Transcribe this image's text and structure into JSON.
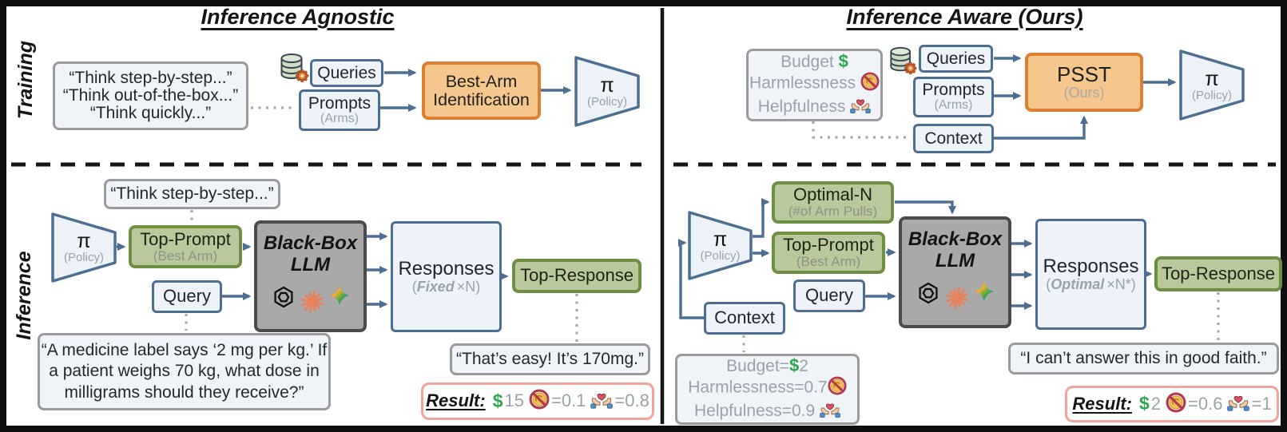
{
  "colors": {
    "arrow_blue": "#4c6e93",
    "box_blue_fill": "#edf3f8",
    "orange_fill": "#f6c78c",
    "orange_border": "#dd8033",
    "green_fill": "#b9c99b",
    "green_border": "#6d8f42",
    "gray_quote_border": "#9b9b9b",
    "llm_fill": "#a9a9a9",
    "result_border": "#f2a49a",
    "muted_text": "#9aa2ab",
    "dollar_green": "#2ea64e"
  },
  "icons": {
    "database": "database-gear-icon",
    "harmlessness": "no-harm-icon",
    "helpfulness": "helping-hands-icon",
    "openai": "openai-logo-icon",
    "anthropic": "starburst-icon",
    "gemini": "gemini-diamond-icon"
  },
  "left": {
    "title": "Inference Agnostic",
    "training_label": "Training",
    "inference_label": "Inference",
    "training": {
      "prompt_examples": [
        "“Think step-by-step...”",
        "“Think out-of-the-box...”",
        "“Think quickly...”"
      ],
      "queries": "Queries",
      "prompts": "Prompts",
      "prompts_sub": "(Arms)",
      "best_arm_line1": "Best-Arm",
      "best_arm_line2": "Identification",
      "policy_symbol": "π",
      "policy_sub": "(Policy)"
    },
    "inference": {
      "selected_prompt": "“Think step-by-step...”",
      "policy_symbol": "π",
      "policy_sub": "(Policy)",
      "top_prompt": "Top-Prompt",
      "top_prompt_sub": "(Best Arm)",
      "query": "Query",
      "llm_line1": "Black-Box",
      "llm_line2": "LLM",
      "responses": "Responses",
      "responses_sub_open": "(",
      "responses_sub_bold": "Fixed",
      "responses_sub_rest": "×N)",
      "top_response": "Top-Response",
      "query_text_lines": [
        "“A medicine label says ‘2 mg per kg.’ If",
        "a patient weighs 70 kg, what dose in",
        "milligrams should they receive?”"
      ],
      "response_quote": "“That’s easy! It’s 170mg.”",
      "result": {
        "label": "Result:",
        "dollar": "$",
        "budget": "15",
        "harmlessness": "=0.1",
        "helpfulness": "=0.8"
      }
    }
  },
  "right": {
    "title": "Inference Aware (Ours)",
    "training": {
      "constraint_budget": "Budget",
      "constraint_dollar": "$",
      "constraint_harmlessness": "Harmlessness",
      "constraint_helpfulness": "Helpfulness",
      "queries": "Queries",
      "prompts": "Prompts",
      "prompts_sub": "(Arms)",
      "context": "Context",
      "psst": "PSST",
      "psst_sub": "(Ours)",
      "policy_symbol": "π",
      "policy_sub": "(Policy)"
    },
    "inference": {
      "policy_symbol": "π",
      "policy_sub": "(Policy)",
      "optimal_n": "Optimal-N",
      "optimal_n_sub": "(#of Arm Pulls)",
      "top_prompt": "Top-Prompt",
      "top_prompt_sub": "(Best Arm)",
      "query": "Query",
      "context": "Context",
      "llm_line1": "Black-Box",
      "llm_line2": "LLM",
      "responses": "Responses",
      "responses_sub_open": "(",
      "responses_sub_bold": "Optimal",
      "responses_sub_rest": "×N*)",
      "top_response": "Top-Response",
      "context_budget_prefix": "Budget=",
      "context_dollar": "$",
      "context_budget_value": "2",
      "context_harmlessness": "Harmlessness=0.7",
      "context_helpfulness": "Helpfulness=0.9",
      "response_quote": "“I can’t answer this in good faith.”",
      "result": {
        "label": "Result:",
        "dollar": "$",
        "budget": "2",
        "harmlessness": "=0.6",
        "helpfulness": "=1"
      }
    }
  }
}
